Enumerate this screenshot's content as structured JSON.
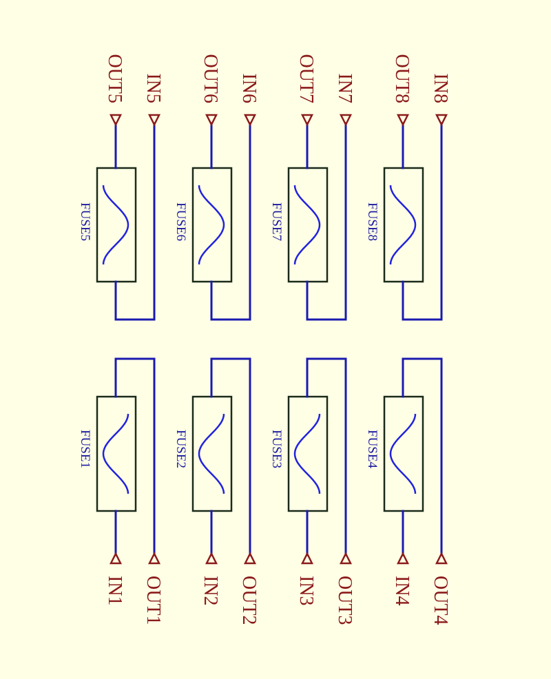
{
  "colors": {
    "background": "#ffffe6",
    "wire": "#1a1ab0",
    "port": "#8b1a1a",
    "component_outline": "#1a2a1a",
    "label": "#1a1aa0"
  },
  "fuses": [
    {
      "name": "FUSE1",
      "in": "IN1",
      "out": "OUT1",
      "group": "bottom"
    },
    {
      "name": "FUSE2",
      "in": "IN2",
      "out": "OUT2",
      "group": "bottom"
    },
    {
      "name": "FUSE3",
      "in": "IN3",
      "out": "OUT3",
      "group": "bottom"
    },
    {
      "name": "FUSE4",
      "in": "IN4",
      "out": "OUT4",
      "group": "bottom"
    },
    {
      "name": "FUSE5",
      "in": "IN5",
      "out": "OUT5",
      "group": "top"
    },
    {
      "name": "FUSE6",
      "in": "IN6",
      "out": "OUT6",
      "group": "top"
    },
    {
      "name": "FUSE7",
      "in": "IN7",
      "out": "OUT7",
      "group": "top"
    },
    {
      "name": "FUSE8",
      "in": "IN8",
      "out": "OUT8",
      "group": "top"
    }
  ]
}
